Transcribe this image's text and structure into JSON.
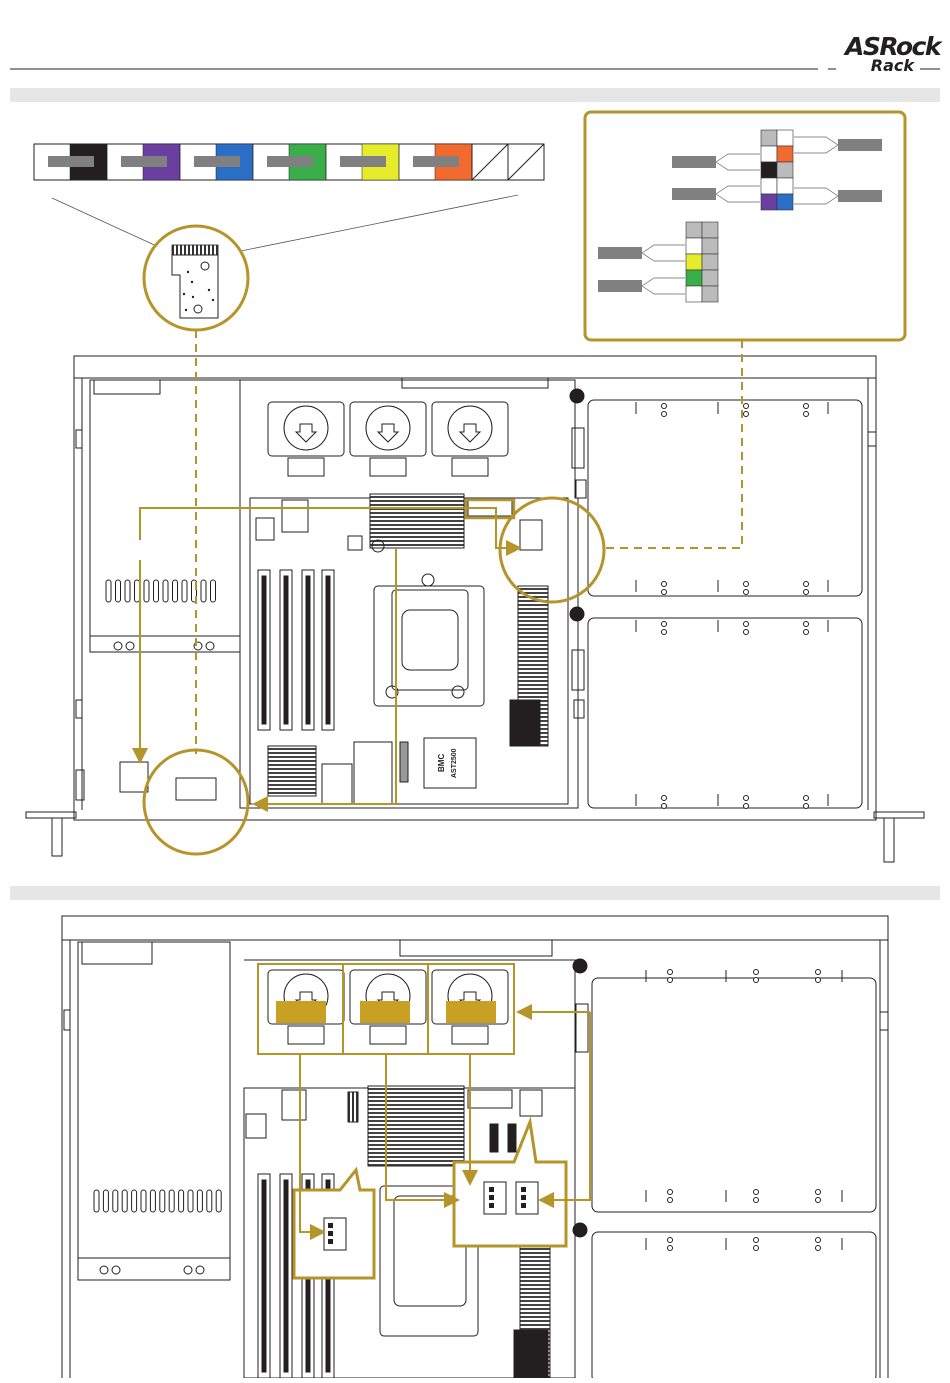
{
  "header": {
    "brand": "ASRock",
    "brand_sub": "Rack"
  },
  "colors": {
    "accent": "#B5942A",
    "fan_label": "#C8A124",
    "section_bar": "#E6E6E6",
    "callout_chip": "#808080",
    "strip_colors": [
      "#231F20",
      "#6B3FA0",
      "#2B6EC6",
      "#3AAE49",
      "#E6EC2C",
      "#F26A2E"
    ]
  },
  "chips": {
    "strip": [
      "",
      "",
      "",
      "",
      "",
      ""
    ],
    "connector": [
      "",
      "",
      "",
      "",
      "",
      ""
    ],
    "fans": [
      "",
      "",
      ""
    ]
  },
  "board": {
    "bmc_label": "BMC",
    "bmc_chip": "AST2500"
  },
  "icons": [
    "screw-icon",
    "fan-arrow-icon",
    "connector-icon"
  ]
}
